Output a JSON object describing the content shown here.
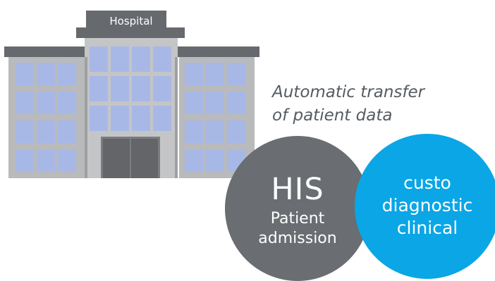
{
  "hospital": {
    "sign_label": "Hospital"
  },
  "caption": {
    "line1": "Automatic transfer",
    "line2": "of patient data"
  },
  "his_circle": {
    "title": "HIS",
    "line1": "Patient",
    "line2": "admission"
  },
  "custo_circle": {
    "line1": "custo",
    "line2": "diagnostic",
    "line3": "clinical"
  },
  "colors": {
    "building_wall": "#b9babb",
    "building_roof": "#666a6e",
    "window_pane": "#a8b8e6",
    "door": "#646569",
    "his_circle": "#6a6d72",
    "custo_circle": "#0aa6e6",
    "caption_text": "#555b60"
  }
}
